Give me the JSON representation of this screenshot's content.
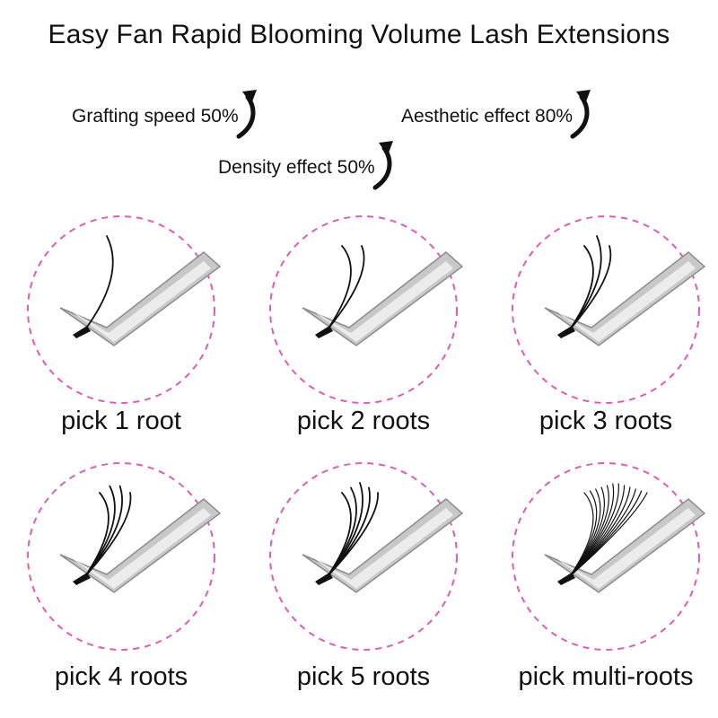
{
  "title": "Easy Fan Rapid Blooming Volume Lash Extensions",
  "stats": [
    {
      "label": "Grafting speed 50%",
      "icon": "curved-arrow-up-icon"
    },
    {
      "label": "Aesthetic effect 80%",
      "icon": "curved-arrow-up-icon"
    },
    {
      "label": "Density effect 50%",
      "icon": "curved-arrow-up-icon"
    }
  ],
  "circle_color": "#e05bb8",
  "panels": [
    {
      "caption": "pick 1 root",
      "roots": 1
    },
    {
      "caption": "pick 2 roots",
      "roots": 2
    },
    {
      "caption": "pick 3 roots",
      "roots": 3
    },
    {
      "caption": "pick 4 roots",
      "roots": 4
    },
    {
      "caption": "pick 5 roots",
      "roots": 5
    },
    {
      "caption": "pick multi-roots",
      "roots": 12
    }
  ]
}
